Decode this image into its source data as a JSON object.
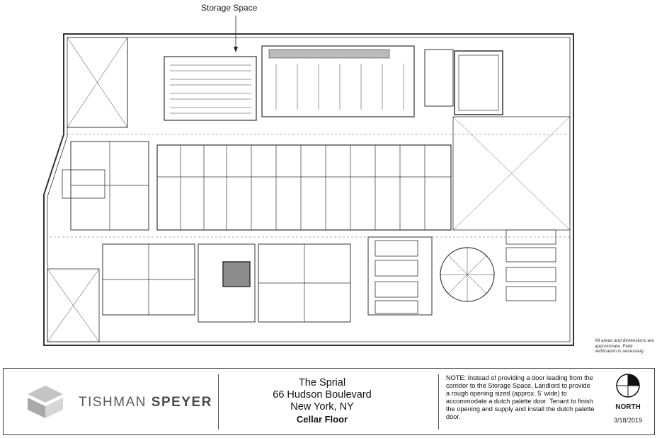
{
  "callout": {
    "storage_label": "Storage Space"
  },
  "disclaimer": "All areas and dimensions are approximate. Field verification is necessary.",
  "title_block": {
    "brand_part1": "TISHMAN",
    "brand_part2": "SPEYER",
    "building_name": "The Sprial",
    "address_line1": "66 Hudson Boulevard",
    "address_line2": "New York, NY",
    "floor": "Cellar Floor",
    "note": "NOTE: Instead of providing a door leading from the corridor to the Storage Space, Landlord to provide a rough opening sized (approx. 5' wide) to accommodate a dutch palette door. Tenant to finish the opening and supply and install the dutch palette door.",
    "north_label": "NORTH",
    "date": "3/18/2019"
  },
  "colors": {
    "line": "#333333",
    "highlight": "#8c8c8c",
    "logo": "#b8b8b8"
  }
}
